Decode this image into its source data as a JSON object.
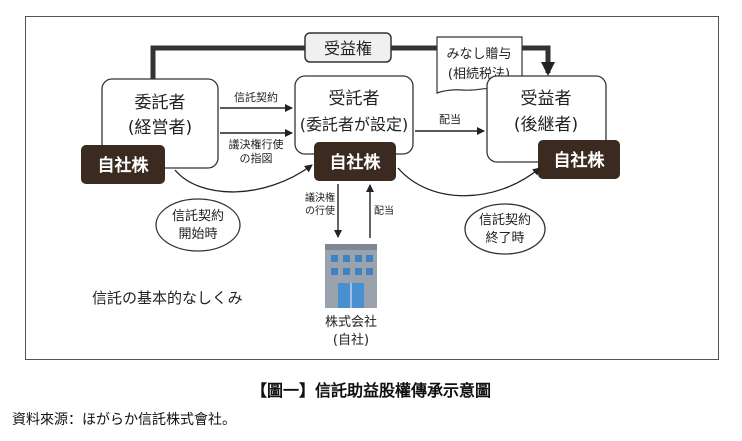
{
  "diagram": {
    "top_label": "受益権",
    "tag_line1": "みなし贈与",
    "tag_line2": "(相続税法)",
    "settlor_line1": "委託者",
    "settlor_line2": "(経営者)",
    "trustee_line1": "受託者",
    "trustee_line2": "(委託者が設定)",
    "beneficiary_line1": "受益者",
    "beneficiary_line2": "(後継者)",
    "own_stock": "自社株",
    "label_trust_contract": "信託契約",
    "label_voting_line1": "議決権行使",
    "label_voting_line2": "の指図",
    "label_dividend_h": "配当",
    "label_voting_v1": "議決権",
    "label_voting_v2": "の行使",
    "label_dividend_v": "配当",
    "start_line1": "信託契約",
    "start_line2": "開始時",
    "end_line1": "信託契約",
    "end_line2": "終了時",
    "company_line1": "株式会社",
    "company_line2": "(自社)",
    "mechanism_note": "信託の基本的なしくみ"
  },
  "caption": "【圖一】信託助益股權傳承示意圖",
  "source": "資料來源：ほがらか信託株式會社。"
}
